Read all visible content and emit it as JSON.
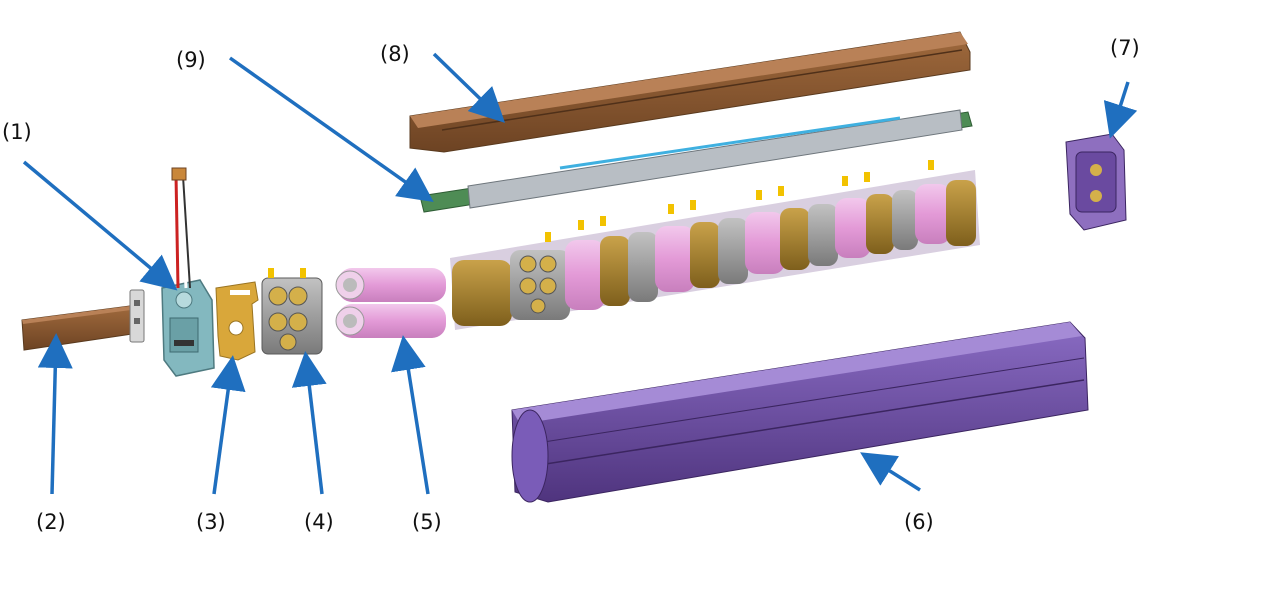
{
  "diagram": {
    "labels": {
      "p1": "(1)",
      "p2": "(2)",
      "p3": "(3)",
      "p4": "(4)",
      "p5": "(5)",
      "p6": "(6)",
      "p7": "(7)",
      "p8": "(8)",
      "p9": "(9)"
    }
  },
  "colors": {
    "arrow": "#1f6fbf",
    "copper": "#8b5a34",
    "purple_housing": "#6a4aa0",
    "pink_cell": "#e7a7dd",
    "gold_holder": "#a9852d",
    "grey_holder": "#9a9a9a",
    "pcb_green": "#3d7a45",
    "bracket_teal": "#7fb0b5",
    "insulator_yellow": "#d9a73a"
  }
}
